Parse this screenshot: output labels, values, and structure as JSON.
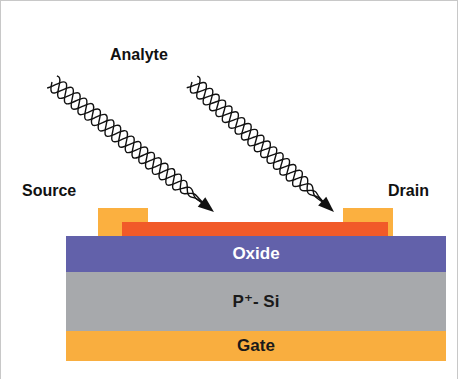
{
  "diagram": {
    "nodes": [
      {
        "text": [
          "Oxide"
        ]
      },
      {
        "text": [
          "P⁺- Si"
        ]
      },
      {
        "text": [
          "Gate"
        ]
      }
    ],
    "labels": [
      "Analyte",
      "Source",
      "Drain"
    ]
  }
}
